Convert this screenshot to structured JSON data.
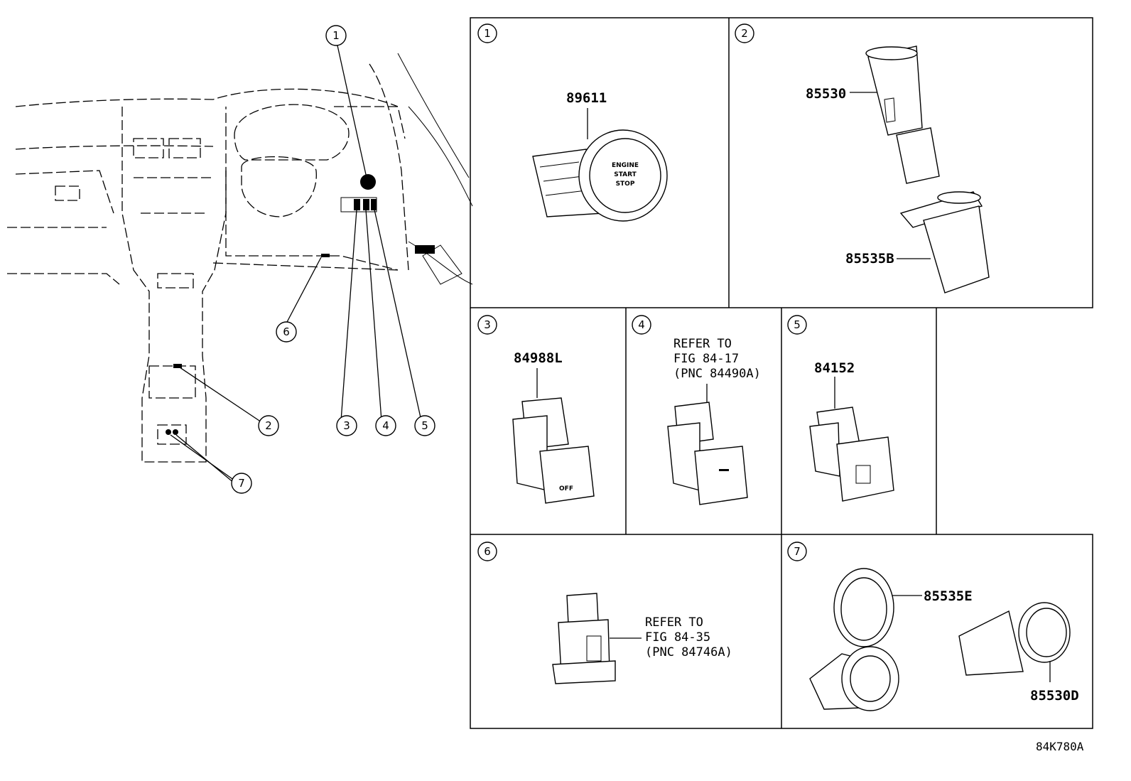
{
  "callouts": [
    "1",
    "2",
    "3",
    "4",
    "5",
    "6",
    "7"
  ],
  "panels": [
    {
      "id": "1",
      "part": "89611",
      "button_text": [
        "ENGINE",
        "START",
        "STOP"
      ]
    },
    {
      "id": "2",
      "parts": [
        "85530",
        "85535B"
      ]
    },
    {
      "id": "3",
      "part": "84988L",
      "switch_text": "OFF"
    },
    {
      "id": "4",
      "note": [
        "REFER TO",
        "FIG 84-17",
        "(PNC 84490A)"
      ]
    },
    {
      "id": "5",
      "part": "84152"
    },
    {
      "id": "6",
      "note": [
        "REFER TO",
        "FIG 84-35",
        "(PNC 84746A)"
      ]
    },
    {
      "id": "7",
      "parts": [
        "85535E",
        "85530D"
      ]
    }
  ],
  "diagram_code": "84K780A"
}
